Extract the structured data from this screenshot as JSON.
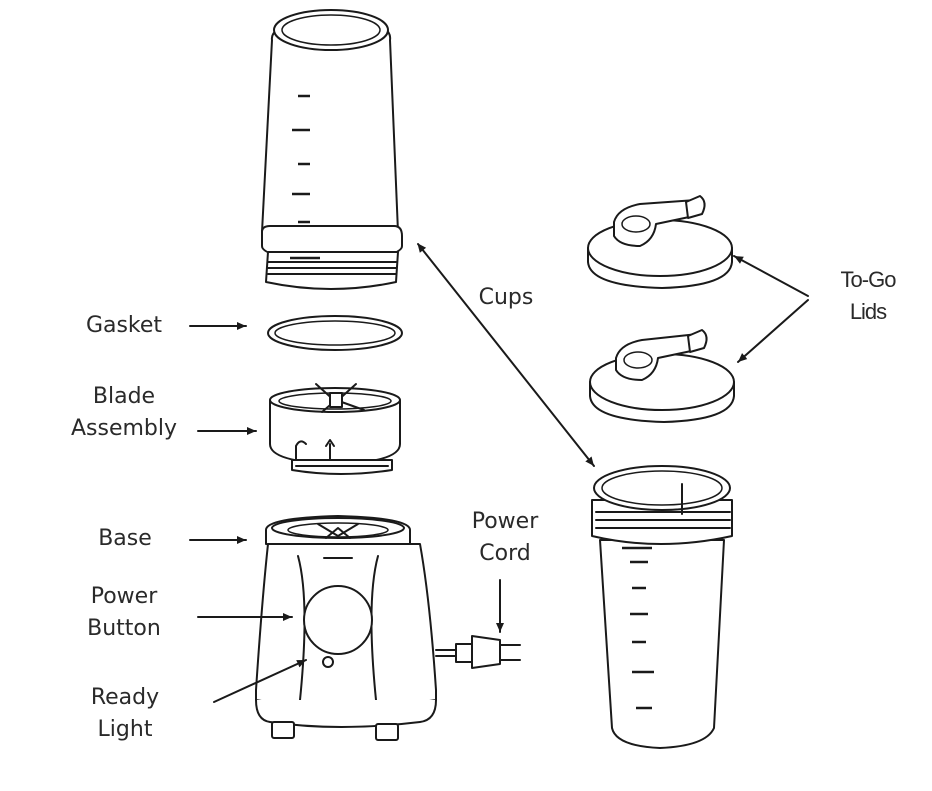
{
  "labels": {
    "gasket": "Gasket",
    "blade_line1": "Blade",
    "blade_line2": "Assembly",
    "base": "Base",
    "power_button_line1": "Power",
    "power_button_line2": "Button",
    "ready_light_line1": "Ready",
    "ready_light_line2": "Light",
    "power_cord_line1": "Power",
    "power_cord_line2": "Cord",
    "cups": "Cups",
    "to_go_line1": "To-Go",
    "to_go_line2": "Lids"
  },
  "colors": {
    "ink": "#1a1a1a",
    "text": "#2a2a2a",
    "background": "#ffffff"
  }
}
